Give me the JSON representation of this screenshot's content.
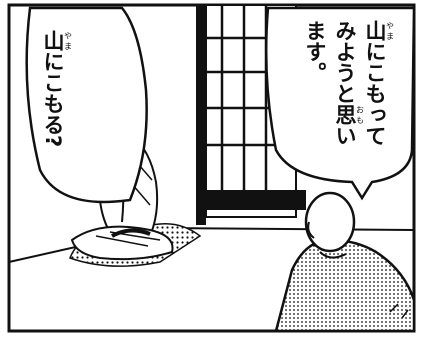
{
  "balloon_left": {
    "base": "山",
    "reading": "やま",
    "rest": "にこもる?"
  },
  "balloon_right": {
    "line1": {
      "base": "山",
      "reading": "やま",
      "rest": "にこもって"
    },
    "line2": {
      "prefix": "みようと",
      "base": "思",
      "reading": "おも",
      "suffix": "い"
    },
    "line3": "ます。"
  },
  "colors": {
    "ink": "#111111",
    "paper": "#ffffff",
    "tone": "#8a8a8a"
  }
}
